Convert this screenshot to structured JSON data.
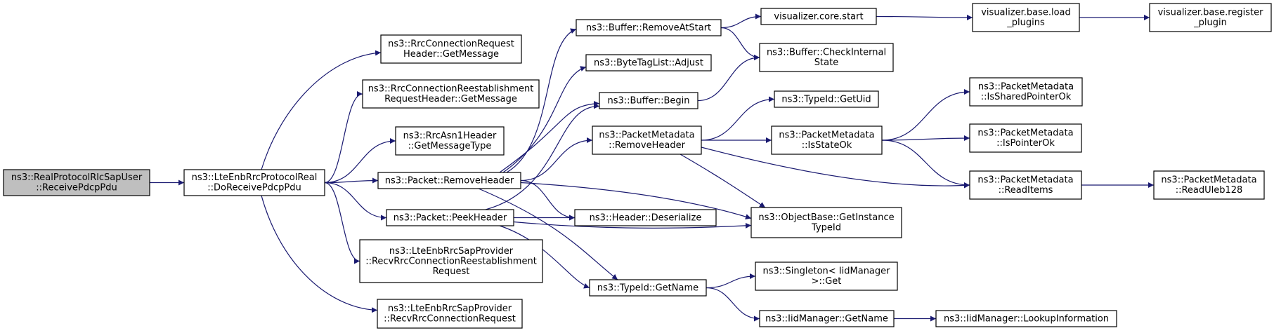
{
  "colors": {
    "node_fill": "#ffffff",
    "root_fill": "#bfbfbf",
    "edge": "#191970",
    "border": "#000000"
  },
  "nodes": [
    {
      "id": "root",
      "lines": [
        "ns3::RealProtocolRlcSapUser",
        "::ReceivePdcpPdu"
      ],
      "root": true
    },
    {
      "id": "doreceive",
      "lines": [
        "ns3::LteEnbRrcProtocolReal",
        "::DoReceivePdcpPdu"
      ]
    },
    {
      "id": "rrcconnreq",
      "lines": [
        "ns3::RrcConnectionRequest",
        "Header::GetMessage"
      ]
    },
    {
      "id": "rrcreest",
      "lines": [
        "ns3::RrcConnectionReestablishment",
        "RequestHeader::GetMessage"
      ]
    },
    {
      "id": "asn1",
      "lines": [
        "ns3::RrcAsn1Header",
        "::GetMessageType"
      ]
    },
    {
      "id": "removeheader",
      "lines": [
        "ns3::Packet::RemoveHeader"
      ]
    },
    {
      "id": "peekheader",
      "lines": [
        "ns3::Packet::PeekHeader"
      ]
    },
    {
      "id": "recvreest",
      "lines": [
        "ns3::LteEnbRrcSapProvider",
        "::RecvRrcConnectionReestablishment",
        "Request"
      ]
    },
    {
      "id": "recvreq",
      "lines": [
        "ns3::LteEnbRrcSapProvider",
        "::RecvRrcConnectionRequest"
      ]
    },
    {
      "id": "removeatstart",
      "lines": [
        "ns3::Buffer::RemoveAtStart"
      ]
    },
    {
      "id": "adjust",
      "lines": [
        "ns3::ByteTagList::Adjust"
      ]
    },
    {
      "id": "begin",
      "lines": [
        "ns3::Buffer::Begin"
      ]
    },
    {
      "id": "pm_removeheader",
      "lines": [
        "ns3::PacketMetadata",
        "::RemoveHeader"
      ]
    },
    {
      "id": "deserialize",
      "lines": [
        "ns3::Header::Deserialize"
      ]
    },
    {
      "id": "getname",
      "lines": [
        "ns3::TypeId::GetName"
      ]
    },
    {
      "id": "vis_start",
      "lines": [
        "visualizer.core.start"
      ]
    },
    {
      "id": "checkinternal",
      "lines": [
        "ns3::Buffer::CheckInternal",
        "State"
      ]
    },
    {
      "id": "getuid",
      "lines": [
        "ns3::TypeId::GetUid"
      ]
    },
    {
      "id": "isstateok",
      "lines": [
        "ns3::PacketMetadata",
        "::IsStateOk"
      ]
    },
    {
      "id": "getinstance",
      "lines": [
        "ns3::ObjectBase::GetInstance",
        "TypeId"
      ]
    },
    {
      "id": "singleton",
      "lines": [
        "ns3::Singleton< IidManager",
        ">::Get"
      ]
    },
    {
      "id": "iid_getname",
      "lines": [
        "ns3::IidManager::GetName"
      ]
    },
    {
      "id": "vis_load",
      "lines": [
        "visualizer.base.load",
        "_plugins"
      ]
    },
    {
      "id": "issharedptr",
      "lines": [
        "ns3::PacketMetadata",
        "::IsSharedPointerOk"
      ]
    },
    {
      "id": "isptr",
      "lines": [
        "ns3::PacketMetadata",
        "::IsPointerOk"
      ]
    },
    {
      "id": "readitems",
      "lines": [
        "ns3::PacketMetadata",
        "::ReadItems"
      ]
    },
    {
      "id": "lookup",
      "lines": [
        "ns3::IidManager::LookupInformation"
      ]
    },
    {
      "id": "vis_register",
      "lines": [
        "visualizer.base.register",
        "_plugin"
      ]
    },
    {
      "id": "readuleb",
      "lines": [
        "ns3::PacketMetadata",
        "::ReadUleb128"
      ]
    }
  ],
  "edges": [
    [
      "root",
      "doreceive"
    ],
    [
      "doreceive",
      "rrcconnreq"
    ],
    [
      "doreceive",
      "rrcreest"
    ],
    [
      "doreceive",
      "asn1"
    ],
    [
      "doreceive",
      "removeheader"
    ],
    [
      "doreceive",
      "peekheader"
    ],
    [
      "doreceive",
      "recvreest"
    ],
    [
      "doreceive",
      "recvreq"
    ],
    [
      "removeheader",
      "removeatstart"
    ],
    [
      "removeheader",
      "adjust"
    ],
    [
      "removeheader",
      "begin"
    ],
    [
      "removeheader",
      "pm_removeheader"
    ],
    [
      "removeheader",
      "deserialize"
    ],
    [
      "removeheader",
      "getinstance"
    ],
    [
      "removeheader",
      "getname"
    ],
    [
      "peekheader",
      "begin"
    ],
    [
      "peekheader",
      "deserialize"
    ],
    [
      "peekheader",
      "getinstance"
    ],
    [
      "peekheader",
      "getname"
    ],
    [
      "removeatstart",
      "vis_start"
    ],
    [
      "removeatstart",
      "checkinternal"
    ],
    [
      "begin",
      "checkinternal"
    ],
    [
      "pm_removeheader",
      "getuid"
    ],
    [
      "pm_removeheader",
      "isstateok"
    ],
    [
      "pm_removeheader",
      "getinstance"
    ],
    [
      "pm_removeheader",
      "readitems"
    ],
    [
      "isstateok",
      "issharedptr"
    ],
    [
      "isstateok",
      "isptr"
    ],
    [
      "isstateok",
      "readitems"
    ],
    [
      "getname",
      "singleton"
    ],
    [
      "getname",
      "iid_getname"
    ],
    [
      "iid_getname",
      "lookup"
    ],
    [
      "vis_start",
      "vis_load"
    ],
    [
      "vis_load",
      "vis_register"
    ],
    [
      "readitems",
      "readuleb"
    ]
  ]
}
